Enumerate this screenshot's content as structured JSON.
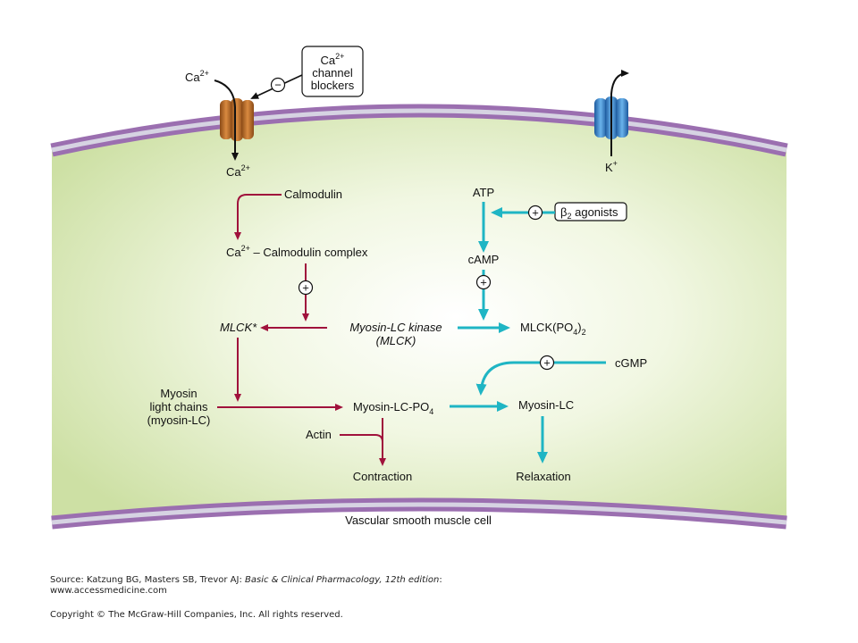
{
  "labels": {
    "ca_outside": "Ca",
    "ca_outside_sup": "2+",
    "blocker_ca": "Ca",
    "blocker_ca_sup": "2+",
    "blocker_line2": "channel",
    "blocker_line3": "blockers",
    "minus_sign": "−",
    "ca_inside": "Ca",
    "ca_inside_sup": "2+",
    "k_ion": "K",
    "k_ion_sup": "+",
    "calmodulin": "Calmodulin",
    "complex_ca": "Ca",
    "complex_sup": "2+",
    "complex_rest": " – Calmodulin complex",
    "plus_sign": "+",
    "mlck_star": "MLCK*",
    "mlck_kinase_line1": "Myosin-LC kinase",
    "mlck_kinase_line2": "(MLCK)",
    "atp": "ATP",
    "beta2_symbol": "β",
    "beta2_sub": "2",
    "beta2_rest": " agonists",
    "camp": "cAMP",
    "mlck_po4_main": "MLCK(PO",
    "mlck_po4_sub1": "4",
    "mlck_po4_close": ")",
    "mlck_po4_sub2": "2",
    "cgmp": "cGMP",
    "myosin_line1": "Myosin",
    "myosin_line2": "light chains",
    "myosin_line3": "(myosin-LC)",
    "myosin_lc_po4_main": "Myosin-LC-PO",
    "myosin_lc_po4_sub": "4",
    "myosin_lc": "Myosin-LC",
    "actin": "Actin",
    "contraction": "Contraction",
    "relaxation": "Relaxation",
    "cell_label": "Vascular smooth muscle cell"
  },
  "footer": {
    "source_prefix": "Source: Katzung BG, Masters SB, Trevor AJ: ",
    "source_title": "Basic & Clinical Pharmacology, 12th edition",
    "source_suffix": ":",
    "website": "www.accessmedicine.com",
    "copyright": "Copyright © The McGraw-Hill Companies, Inc. All rights reserved."
  },
  "colors": {
    "contraction_path": "#a0123c",
    "relaxation_path": "#1fb5c4",
    "membrane_outer": "#9b6fb0",
    "membrane_inner": "#c9c9d9",
    "cytoplasm_center": "#ffffff",
    "cytoplasm_edge": "#cfe2a8",
    "ca_channel": "#b56a27",
    "k_channel": "#2f79c4"
  }
}
